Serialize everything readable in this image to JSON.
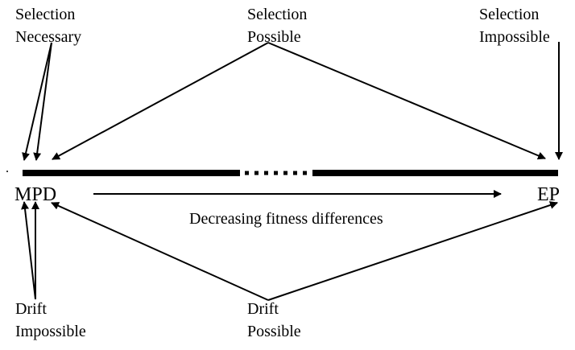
{
  "labels": {
    "selection_necessary": [
      "Selection",
      "Necessary"
    ],
    "selection_possible": [
      "Selection",
      "Possible"
    ],
    "selection_impossible": [
      "Selection",
      "Impossible"
    ],
    "drift_impossible": [
      "Drift",
      "Impossible"
    ],
    "drift_possible": [
      "Drift",
      "Possible"
    ],
    "axis_left": "MPD",
    "axis_right": "EP",
    "axis_caption": "Decreasing fitness differences"
  },
  "colors": {
    "ink": "#000000",
    "background": "#ffffff"
  }
}
